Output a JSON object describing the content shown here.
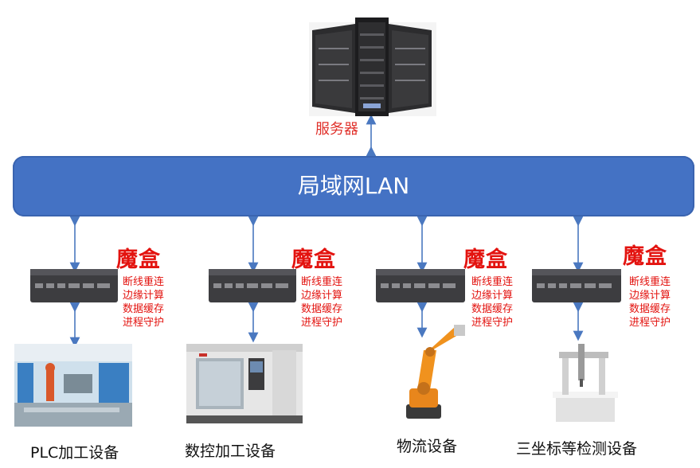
{
  "server": {
    "label": "服务器",
    "icon": "server-rack-icon"
  },
  "lan": {
    "label": "局域网LAN",
    "color": "#4472c4"
  },
  "box_title": "魔盒",
  "box_features": [
    "断线重连",
    "边缘计算",
    "数据缓存",
    "进程守护"
  ],
  "devices": [
    {
      "label": "PLC加工设备",
      "icon": "factory-line-icon"
    },
    {
      "label": "数控加工设备",
      "icon": "cnc-machine-icon"
    },
    {
      "label": "物流设备",
      "icon": "robot-arm-icon"
    },
    {
      "label": "三坐标等检测设备",
      "icon": "cmm-icon"
    }
  ],
  "accent": "#e3130f"
}
